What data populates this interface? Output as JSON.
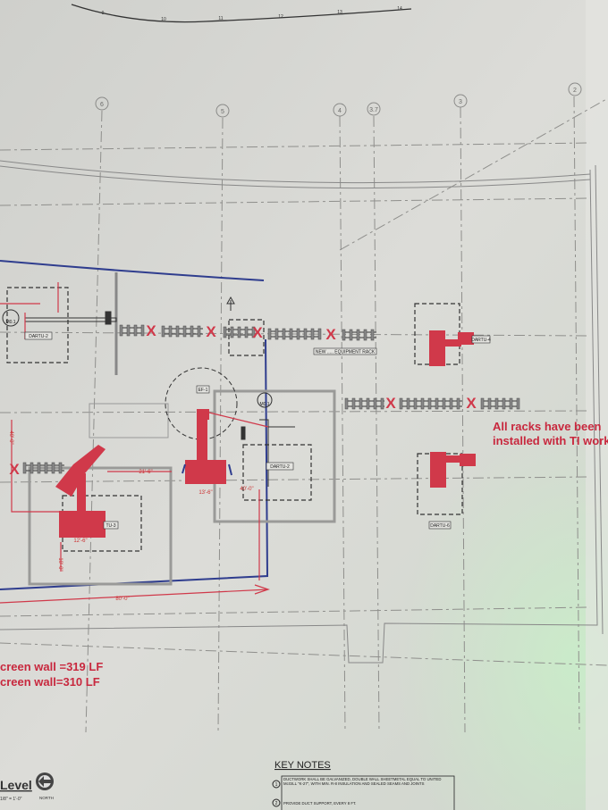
{
  "scale_bar": {
    "ticks": [
      "9",
      "10",
      "11",
      "12",
      "13",
      "14"
    ]
  },
  "grid_bubbles": [
    "6",
    "5",
    "4",
    "3.7",
    "3",
    "2"
  ],
  "equipment_tags": {
    "dartu2": "DARTU-2",
    "tu3": "TU-3",
    "dartu_center": "DARTU-2",
    "dartu4": "DARTU-4",
    "dartu6": "DARTU-6",
    "ef1": "EF-1",
    "md1": "M0.1",
    "new_rack": "NEW ..... EQUIPMENT RACK"
  },
  "dimensions": {
    "d_21_6": "21'-6\"",
    "d_13_6_left": "12'-6\"",
    "d_13_6_center": "13'-6\"",
    "d_80_0": "80'-0\"",
    "d_10_0": "10'-0\"",
    "d_40_0": "40'-0\"",
    "d_right": "40'-0\""
  },
  "rack_marker": "X",
  "annotations": {
    "racks_line1": "All racks have been",
    "racks_line2": "installed with TI work",
    "screen_wall_1": "creen wall =319 LF",
    "screen_wall_2": "creen wall=310 LF"
  },
  "key_notes": {
    "title": "KEY NOTES",
    "items": [
      {
        "num": "1",
        "text": "DUCTWORK SHALL BE GALVANIZED, DOUBLE WALL SHEETMETAL EQUAL TO UNITED McGILL \"K-27\", WITH MIN. R-8 INSULATION AND SEALED SEAMS AND JOINTS"
      },
      {
        "num": "2",
        "text": "PROVIDE DUCT SUPPORT, EVERY 8 FT."
      }
    ]
  },
  "title_block": {
    "level": "Level",
    "scale": "1/8\" = 1'-0\"",
    "north": "NORTH"
  },
  "colors": {
    "markup_red": "#d0394a",
    "outline_blue": "#2f3d8e",
    "paper": "#d6d6d2"
  }
}
